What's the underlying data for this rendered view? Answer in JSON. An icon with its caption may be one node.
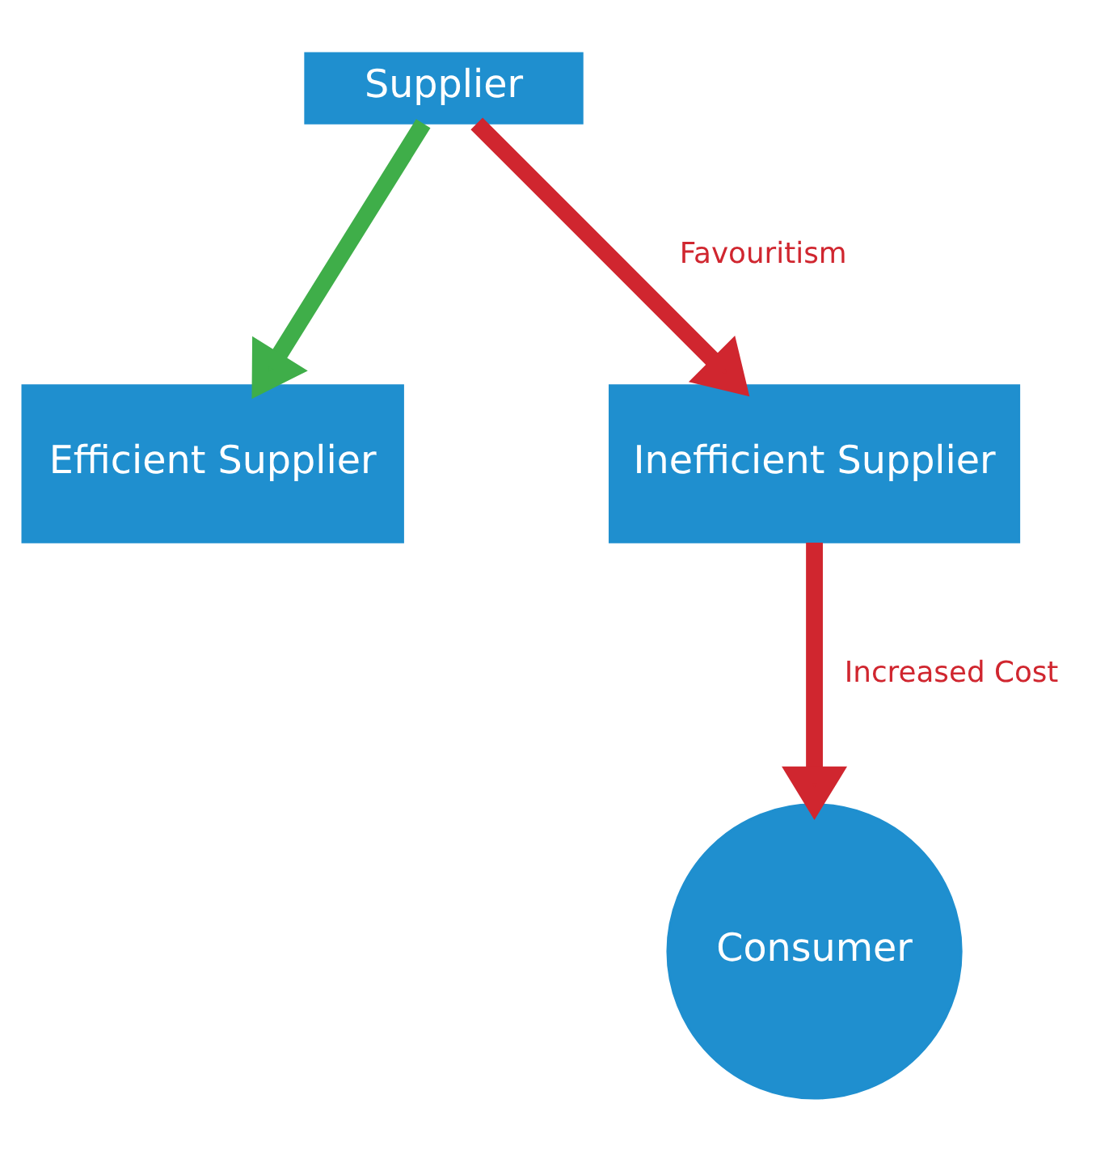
{
  "diagram": {
    "nodes": [
      {
        "text": [
          "Supplier"
        ]
      },
      {
        "text": [
          "Efficient Supplier"
        ]
      },
      {
        "text": [
          "Inefficient Supplier"
        ]
      },
      {
        "text": [
          "Consumer"
        ]
      }
    ],
    "edges": [
      {
        "from": 0,
        "to": 1,
        "arrow": "to",
        "color": "#3fae49"
      },
      {
        "from": 0,
        "to": 2,
        "arrow": "to",
        "label": "Favouritism"
      },
      {
        "from": 2,
        "to": 3,
        "arrow": "to",
        "label": "Increased Cost"
      }
    ]
  }
}
